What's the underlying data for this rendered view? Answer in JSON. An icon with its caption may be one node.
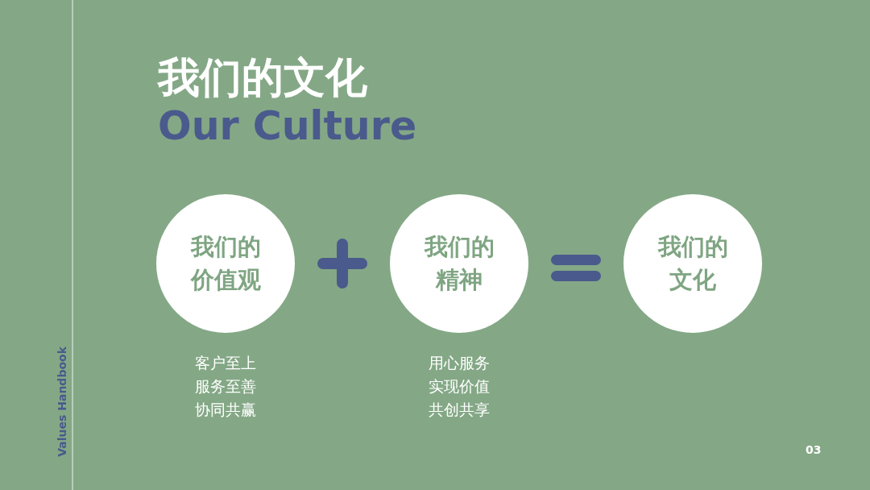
{
  "diagram": {
    "title": "我们的文化",
    "nodes": [
      {
        "text": [
          "我们的价值观"
        ],
        "beside": [
          "客户至上",
          "服务至善",
          "协同共赢"
        ]
      },
      {
        "text": [
          "我们的精神"
        ],
        "beside": [
          "用心服务",
          "实现价值",
          "共创共享"
        ]
      },
      {
        "text": [
          "我们的文化"
        ]
      }
    ],
    "labels": [
      "Our Culture",
      "Values Handbook",
      "03"
    ]
  }
}
